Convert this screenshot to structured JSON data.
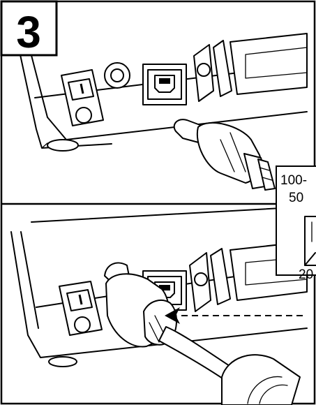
{
  "step": {
    "number": "3"
  },
  "power_label": {
    "voltage_text": "100-",
    "frequency_text": "50",
    "bottom_text": "20"
  }
}
